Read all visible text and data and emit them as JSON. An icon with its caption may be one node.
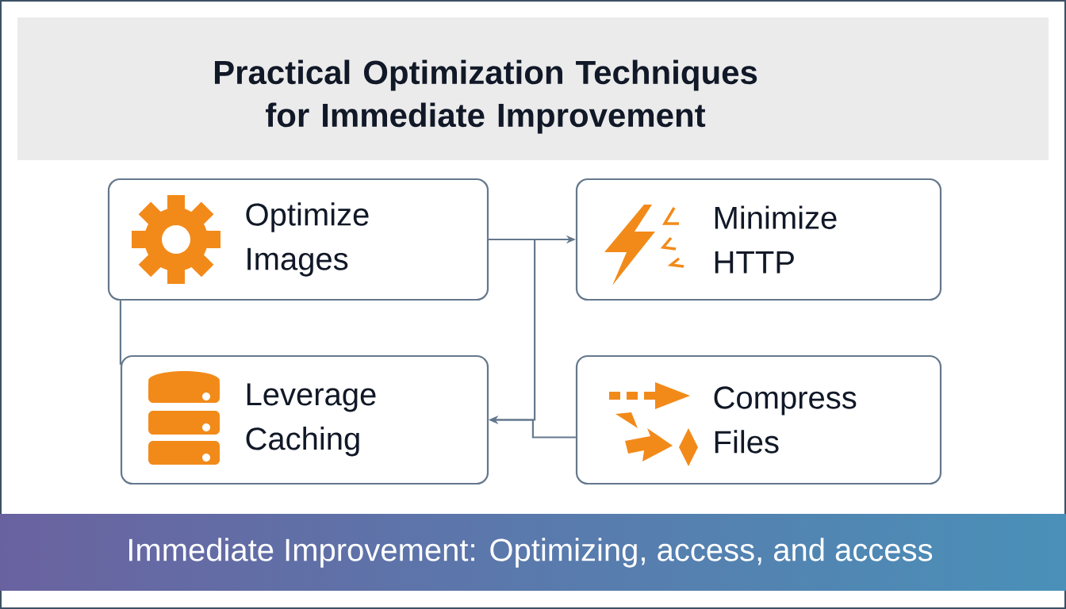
{
  "diagram": {
    "title": "Practical Optimization Techniques for Immediate Improvement",
    "caption": "Immediate Improvement: Optimizing, access, and access",
    "nodes": [
      {
        "text": [
          "Optimize Images"
        ]
      },
      {
        "text": [
          "Minimize HTTP"
        ]
      },
      {
        "text": [
          "Leverage Caching"
        ]
      },
      {
        "text": [
          "Compress Files"
        ]
      }
    ],
    "edges": [
      {
        "from": 0,
        "to": 1,
        "arrow": "to"
      },
      {
        "from": 0,
        "to": 2,
        "arrow": "to"
      },
      {
        "from": 3,
        "to": 2,
        "arrow": "to"
      },
      {
        "from": 0,
        "to": 2,
        "arrow": "none"
      }
    ]
  }
}
